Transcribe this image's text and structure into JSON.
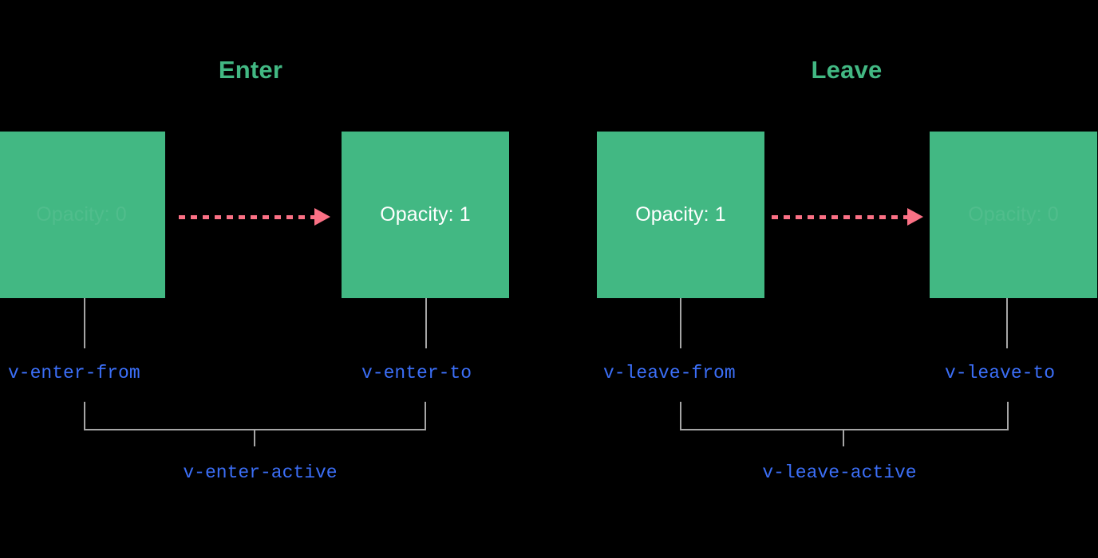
{
  "background_color": "#000000",
  "palette": {
    "green": "#42b883",
    "arrow_coral": "#fb7185",
    "class_blue": "#3b6ef6",
    "connector_gray": "#a6a6a6",
    "box_text_white": "#ffffff"
  },
  "sections": [
    {
      "id": "enter",
      "title": "Enter",
      "boxes": [
        {
          "label": "Opacity: 0",
          "state": "faded"
        },
        {
          "label": "Opacity: 1",
          "state": "visible"
        }
      ],
      "class_labels": {
        "from": "v-enter-from",
        "to": "v-enter-to",
        "active": "v-enter-active"
      }
    },
    {
      "id": "leave",
      "title": "Leave",
      "boxes": [
        {
          "label": "Opacity: 1",
          "state": "visible"
        },
        {
          "label": "Opacity: 0",
          "state": "faded"
        }
      ],
      "class_labels": {
        "from": "v-leave-from",
        "to": "v-leave-to",
        "active": "v-leave-active"
      }
    }
  ],
  "arrows": [
    {
      "id": "enter-arrow",
      "style": "dashed-right"
    },
    {
      "id": "leave-arrow",
      "style": "dashed-right"
    }
  ]
}
